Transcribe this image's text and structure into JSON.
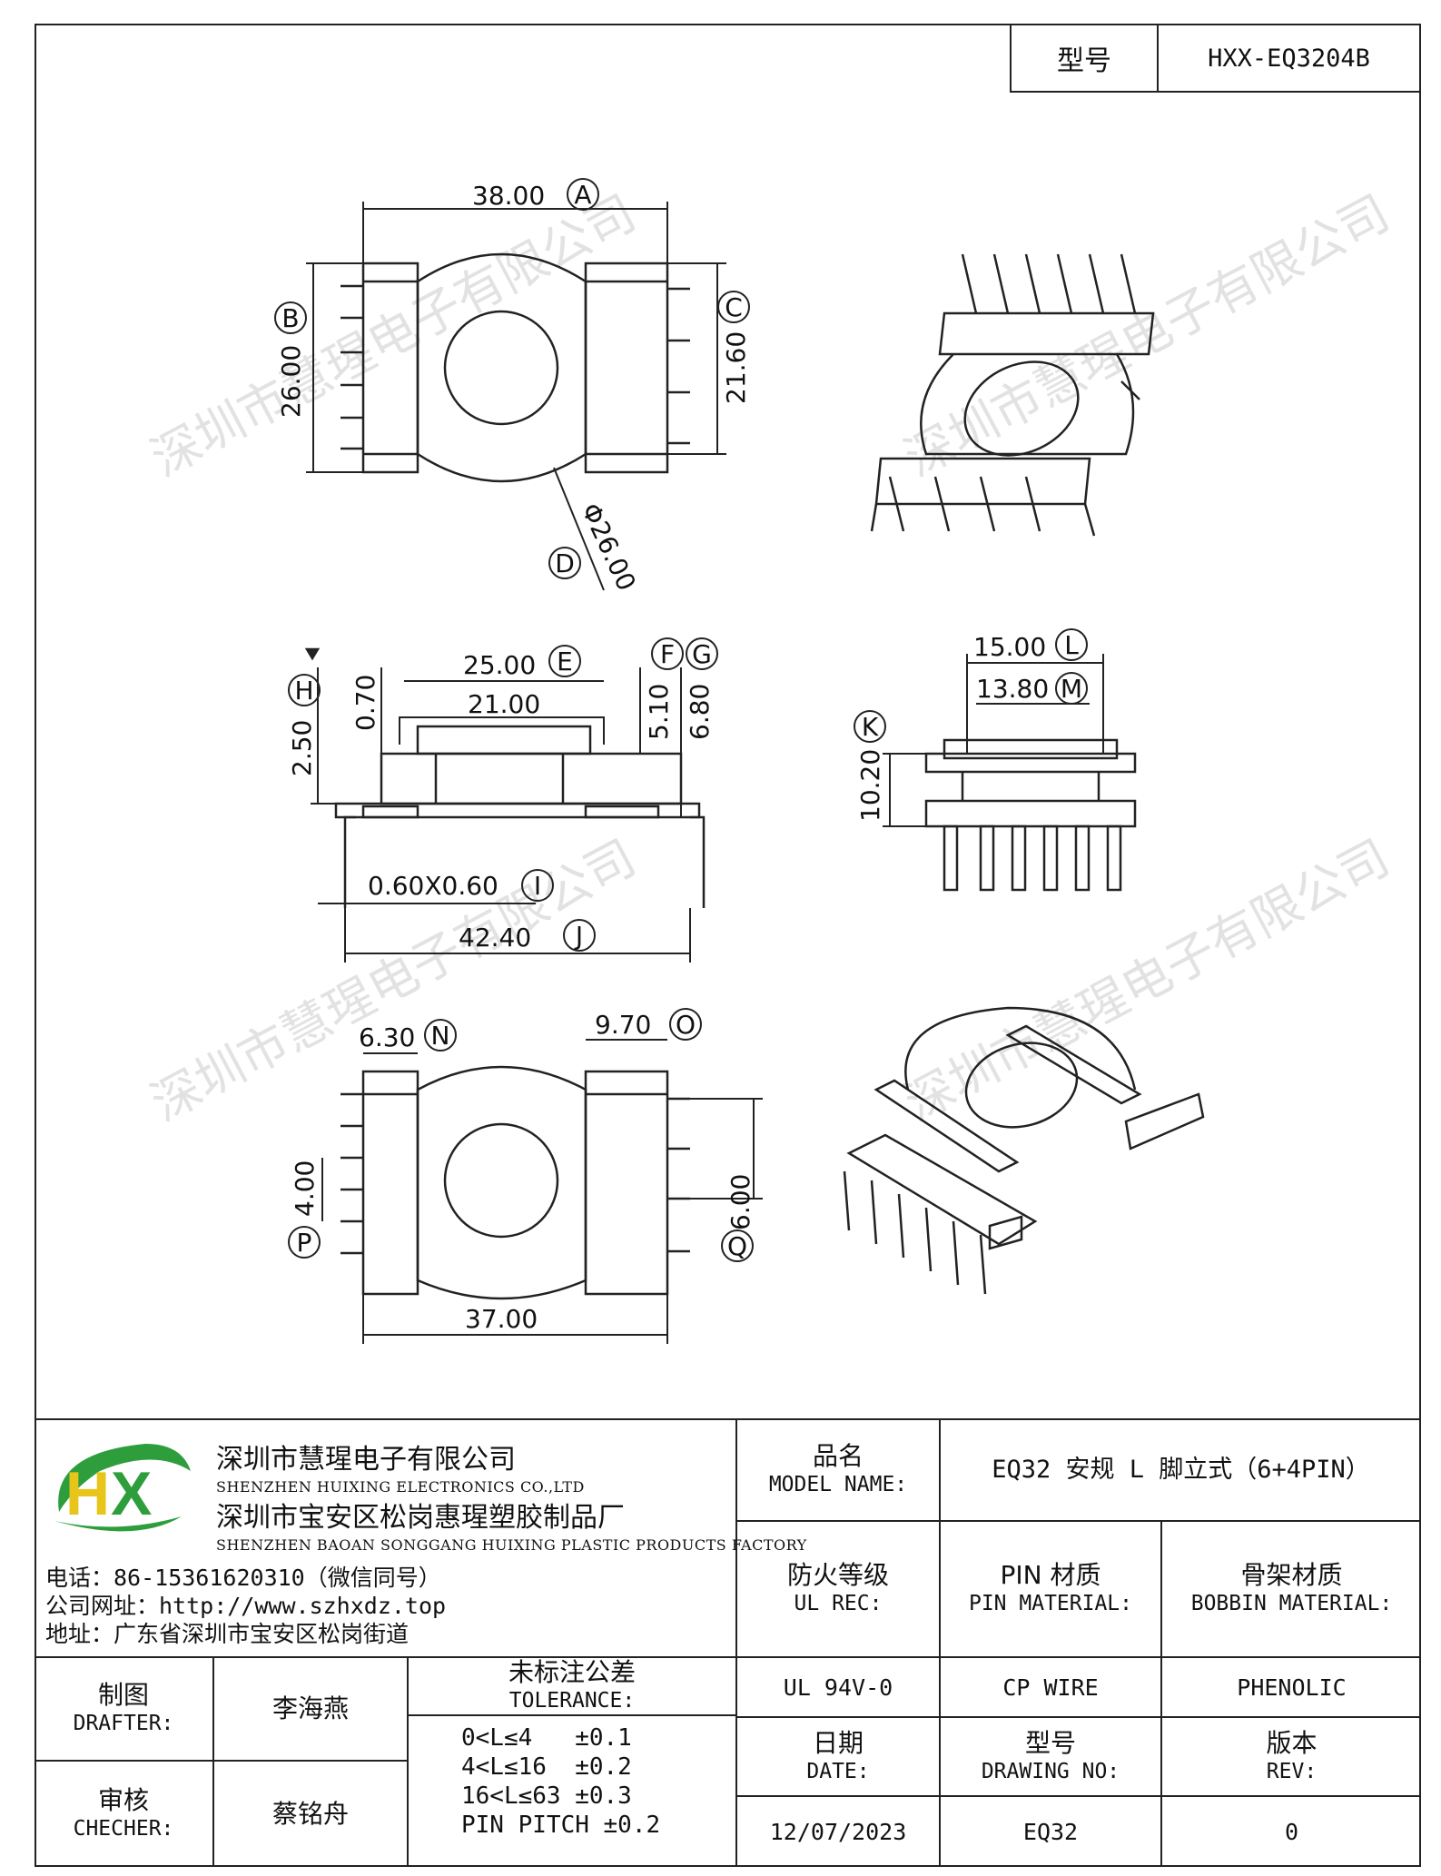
{
  "header": {
    "model_label": "型号",
    "model_value": "HXX-EQ3204B"
  },
  "dimensions": {
    "A": "38.00",
    "B": "26.00",
    "C": "21.60",
    "D": "Φ26.00",
    "E": "25.00",
    "E_inner": "21.00",
    "F": "5.10",
    "G": "6.80",
    "H": "2.50",
    "H_small": "0.70",
    "I": "0.60X0.60",
    "J": "42.40",
    "K": "10.20",
    "L": "15.00",
    "M": "13.80",
    "N": "6.30",
    "O": "9.70",
    "P": "4.00",
    "Q": "6.00",
    "bottom": "37.00"
  },
  "callouts": [
    "A",
    "B",
    "C",
    "D",
    "E",
    "F",
    "G",
    "H",
    "I",
    "J",
    "K",
    "L",
    "M",
    "N",
    "O",
    "P",
    "Q"
  ],
  "watermark": "深圳市慧瑆电子有限公司",
  "company": {
    "logo_letters": "HX",
    "name_cn": "深圳市慧瑆电子有限公司",
    "name_en": "SHENZHEN HUIXING ELECTRONICS CO.,LTD",
    "factory_cn": "深圳市宝安区松岗惠瑆塑胶制品厂",
    "factory_en": "SHENZHEN BAOAN SONGGANG HUIXING PLASTIC PRODUCTS FACTORY",
    "phone": "电话：86-15361620310（微信同号）",
    "website": "公司网址：http://www.szhxdz.top",
    "address": "地址：广东省深圳市宝安区松岗街道"
  },
  "title_block": {
    "model_name_cn": "品名",
    "model_name_en": "MODEL NAME:",
    "model_name_value": "EQ32 安规 L 脚立式（6+4PIN）",
    "ul_rec_cn": "防火等级",
    "ul_rec_en": "UL REC:",
    "pin_material_cn": "PIN 材质",
    "pin_material_en": "PIN MATERIAL:",
    "bobbin_material_cn": "骨架材质",
    "bobbin_material_en": "BOBBIN MATERIAL:",
    "ul_value": "UL 94V-0",
    "pin_value": "CP WIRE",
    "bobbin_value": "PHENOLIC",
    "drafter_cn": "制图",
    "drafter_en": "DRAFTER:",
    "drafter_name": "李海燕",
    "checker_cn": "审核",
    "checker_en": "CHECHER:",
    "checker_name": "蔡铭舟",
    "tolerance_cn": "未标注公差",
    "tolerance_en": "TOLERANCE:",
    "tolerance_lines": [
      "0<L≤4   ±0.1",
      "4<L≤16  ±0.2",
      "16<L≤63 ±0.3",
      "PIN PITCH ±0.2"
    ],
    "date_cn": "日期",
    "date_en": "DATE:",
    "date_value": "12/07/2023",
    "drawing_no_cn": "型号",
    "drawing_no_en": "DRAWING NO:",
    "drawing_no_value": "EQ32",
    "rev_cn": "版本",
    "rev_en": "REV:",
    "rev_value": "0"
  },
  "colors": {
    "line": "#222222",
    "logo_green": "#2e9e3c",
    "logo_yellow": "#e8c51a"
  }
}
